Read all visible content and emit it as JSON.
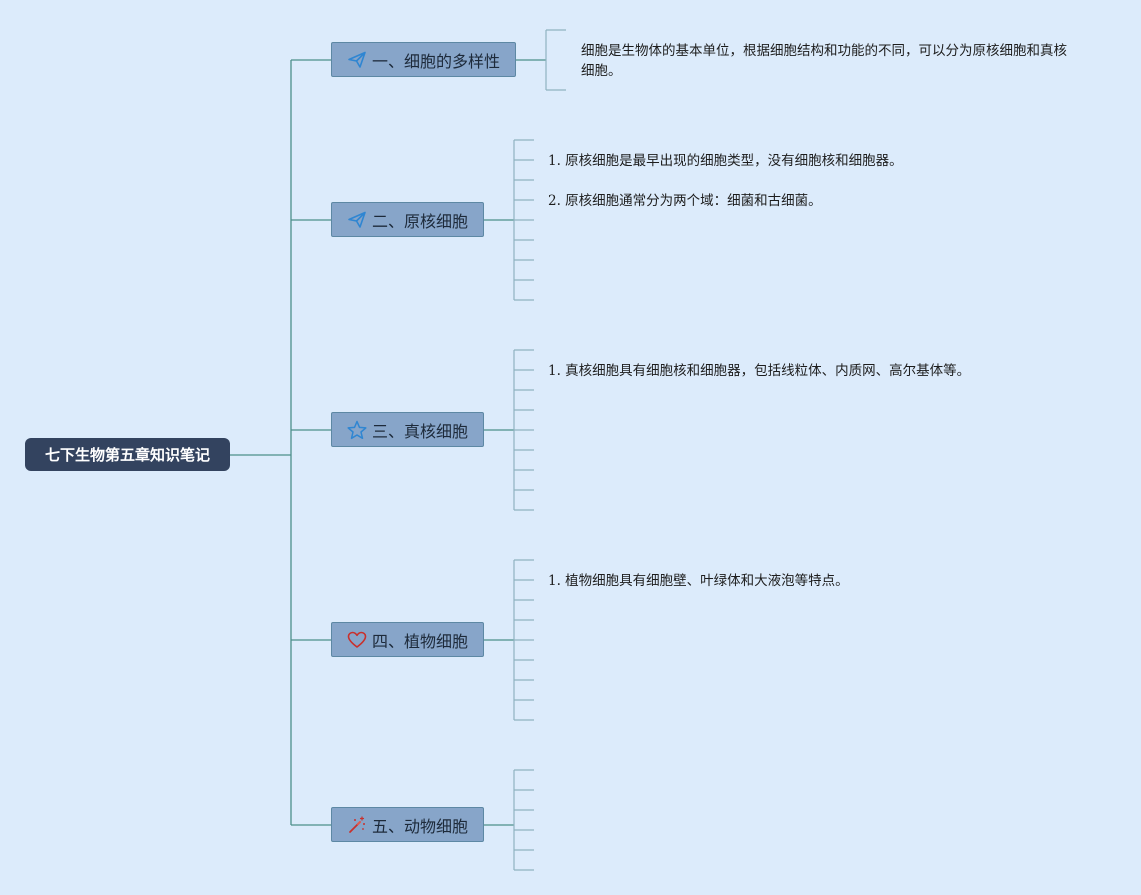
{
  "root": {
    "title": "七下生物第五章知识笔记"
  },
  "branches": [
    {
      "label": "一、细胞的多样性",
      "icon": "paper-plane-icon",
      "icon_color": "#2f86d2"
    },
    {
      "label": "二、原核细胞",
      "icon": "paper-plane-icon",
      "icon_color": "#2f86d2"
    },
    {
      "label": "三、真核细胞",
      "icon": "star-icon",
      "icon_color": "#2f86d2"
    },
    {
      "label": "四、植物细胞",
      "icon": "heart-icon",
      "icon_color": "#c9302c"
    },
    {
      "label": "五、动物细胞",
      "icon": "magic-wand-icon",
      "icon_color": "#c9302c"
    }
  ],
  "notes": {
    "diversity": "细胞是生物体的基本单位，根据细胞结构和功能的不同，可以分为原核细胞和真核细胞。",
    "prokaryotic": [
      "1. 原核细胞是最早出现的细胞类型，没有细胞核和细胞器。",
      "2. 原核细胞通常分为两个域：细菌和古细菌。"
    ],
    "eukaryotic": [
      "1. 真核细胞具有细胞核和细胞器，包括线粒体、内质网、高尔基体等。"
    ],
    "plant": [
      "1. 植物细胞具有细胞壁、叶绿体和大液泡等特点。"
    ]
  },
  "colors": {
    "background": "#dcebfb",
    "root_fill": "#33435f",
    "branch_fill": "#87a5c9",
    "connector": "#4d8f8a",
    "leaf_connector": "#8fb2c0"
  }
}
